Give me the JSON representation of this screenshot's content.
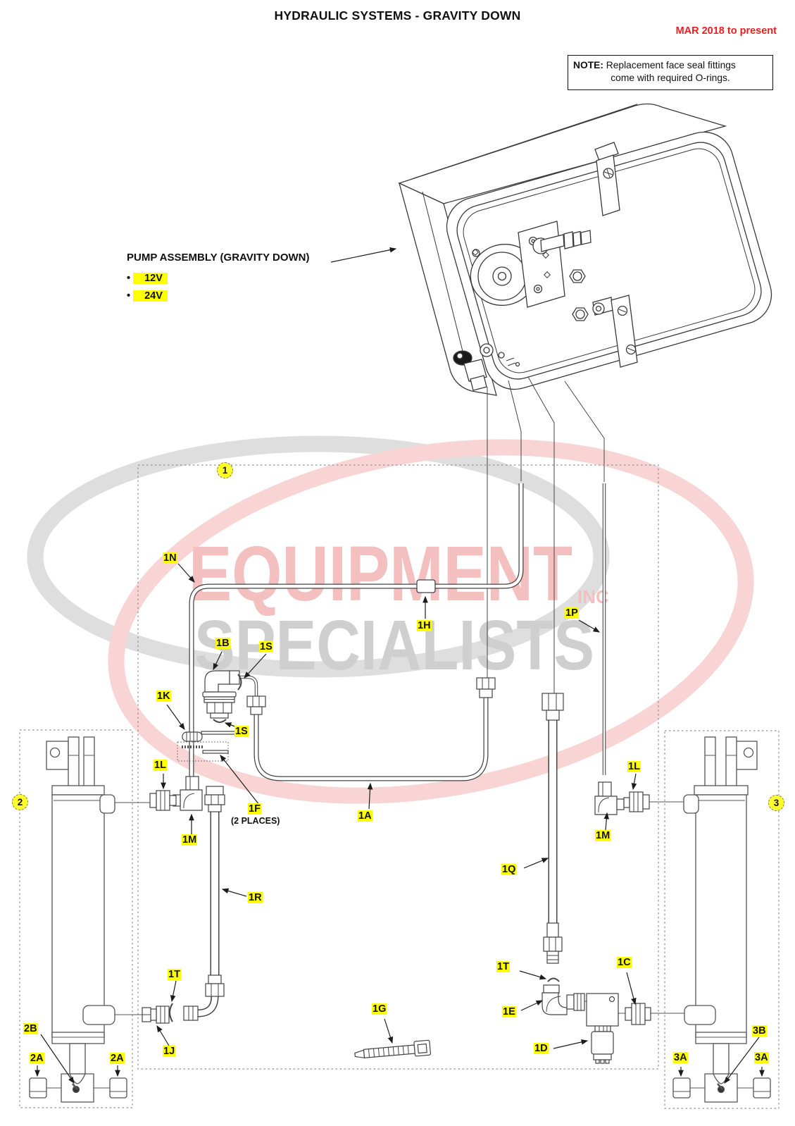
{
  "page": {
    "title": "HYDRAULIC SYSTEMS - GRAVITY DOWN",
    "revision": "MAR 2018 to present"
  },
  "note": {
    "label": "NOTE:",
    "line1": "Replacement face seal fittings",
    "line2": "come with required O-rings."
  },
  "pump": {
    "label": "PUMP ASSEMBLY (GRAVITY DOWN)",
    "bullet": "•",
    "options": [
      "12V",
      "24V"
    ]
  },
  "watermark": {
    "line1": "EQUIPMENT",
    "line2": "SPECIALISTS",
    "suffix": "INC"
  },
  "groups": {
    "g1": "1",
    "g2": "2",
    "g3": "3"
  },
  "parts": {
    "1A": "1A",
    "1B": "1B",
    "1C": "1C",
    "1D": "1D",
    "1E": "1E",
    "1F": "1F",
    "1F_note": "(2 PLACES)",
    "1G": "1G",
    "1H": "1H",
    "1J": "1J",
    "1K": "1K",
    "1L": "1L",
    "1M": "1M",
    "1N": "1N",
    "1P": "1P",
    "1Q": "1Q",
    "1R": "1R",
    "1S": "1S",
    "1T": "1T",
    "2A": "2A",
    "2B": "2B",
    "3A": "3A",
    "3B": "3B"
  },
  "colors": {
    "callout_highlight": "#ffff00",
    "revision_red": "#ee1c1c",
    "watermark_red": "#f4bfbf",
    "watermark_gray": "#cfcfcf",
    "drawing_line": "#3a3a3a"
  }
}
